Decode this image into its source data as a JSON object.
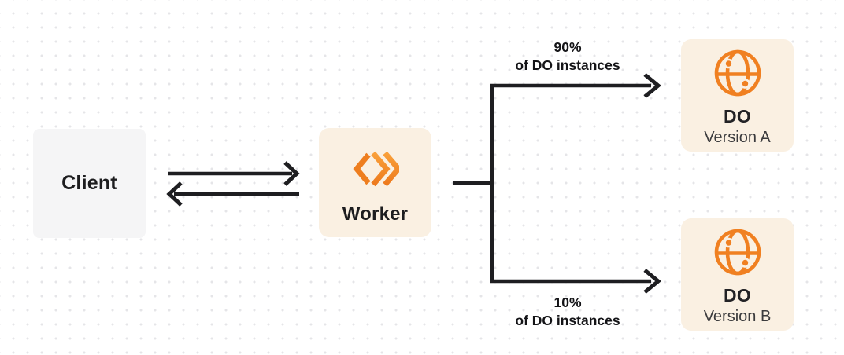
{
  "diagram": {
    "client": {
      "label": "Client"
    },
    "worker": {
      "label": "Worker"
    },
    "do_version_a": {
      "title": "DO",
      "subtitle": "Version A"
    },
    "do_version_b": {
      "title": "DO",
      "subtitle": "Version B"
    },
    "branch_labels": {
      "top": {
        "percent": "90%",
        "caption": "of DO instances"
      },
      "bottom": {
        "percent": "10%",
        "caption": "of DO instances"
      }
    }
  },
  "icons": {
    "worker_icon": "workers-chevrons-icon",
    "do_icon": "globe-icon"
  },
  "colors": {
    "background": "#FFFFFF",
    "grid_dot": "#E5E5E8",
    "client_box_fill": "#F5F5F6",
    "cream_box_fill": "#FAF0E2",
    "brand_orange": "#F08021",
    "connector_line": "#1E1E21",
    "text_primary": "#1D1D1F",
    "text_secondary": "#3B3B3D"
  }
}
